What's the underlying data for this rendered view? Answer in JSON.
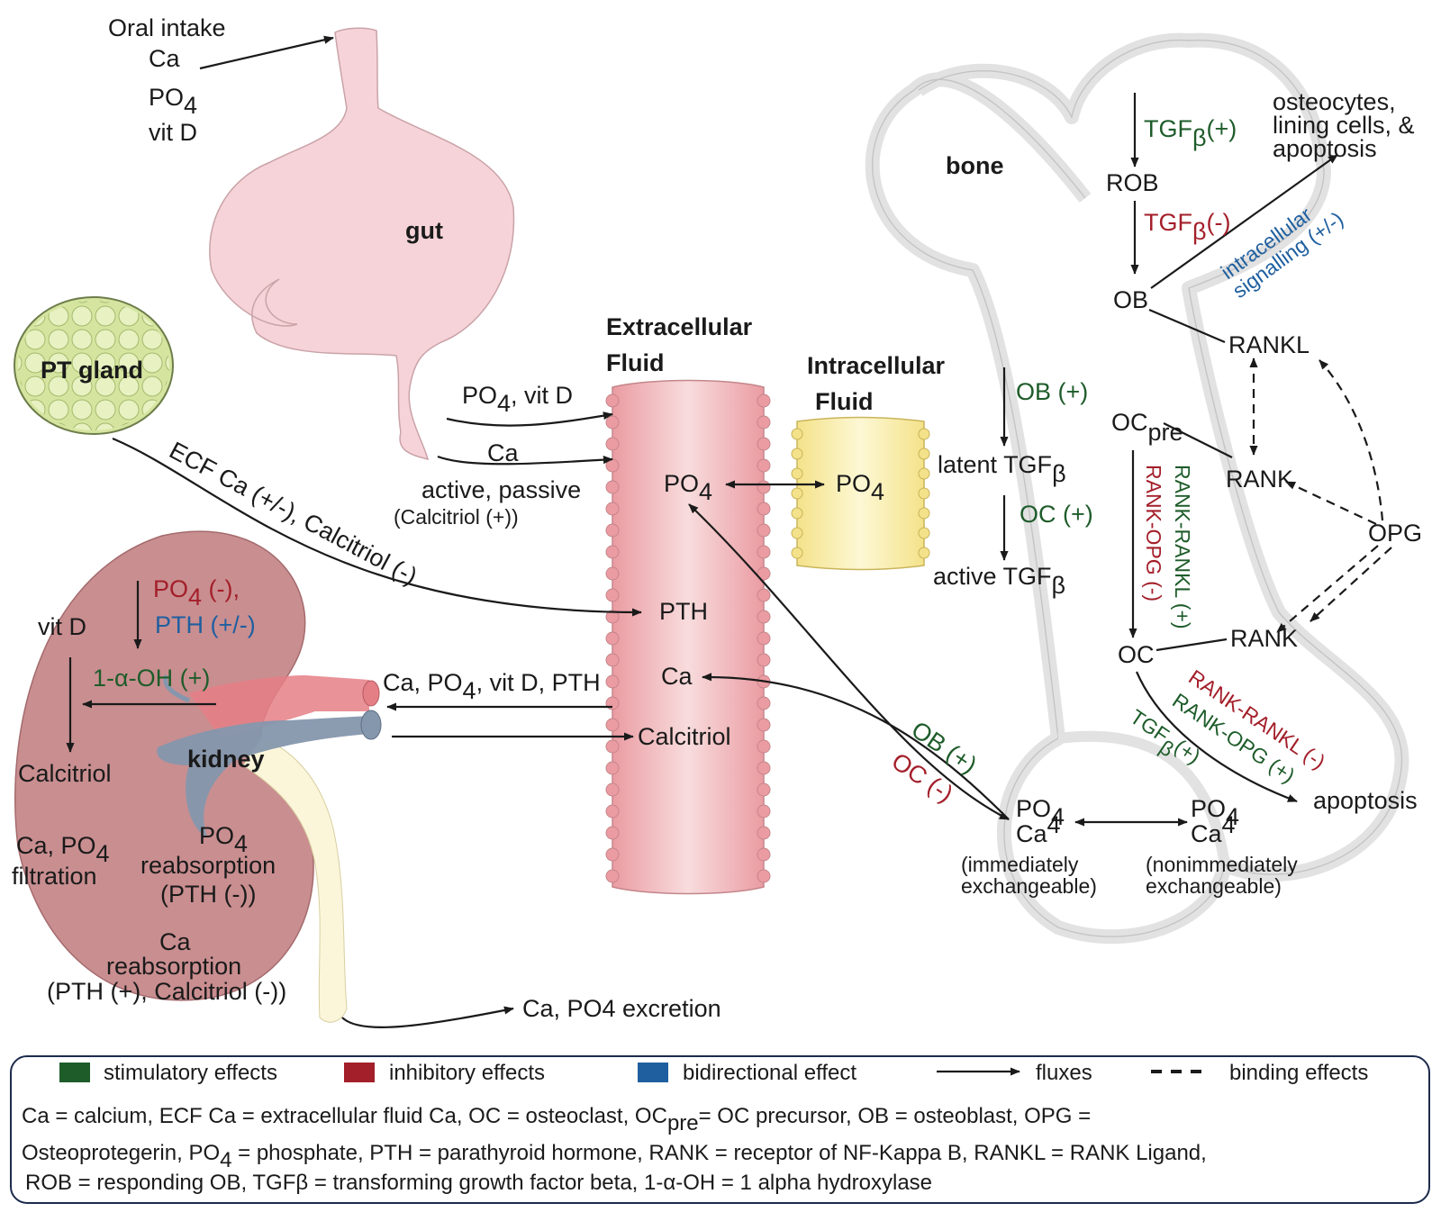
{
  "colors": {
    "stimulatory": "#1e5c2a",
    "inhibitory": "#a31f2a",
    "bidirectional": "#1f5f9f",
    "gut": "#f6d3d8",
    "kidney": "#c98e90",
    "ecf": "#f1b3b6",
    "icf": "#fbf1b0",
    "pt_gland": "#d5e5a0",
    "bone": "#e5e5e5"
  },
  "oral_intake": {
    "title": "Oral intake",
    "ca": "Ca",
    "po": "PO",
    "po_sub": "4",
    "vitd": "vit D"
  },
  "gut": {
    "label": "gut",
    "po4_vitd_po": "PO",
    "po4_vitd_sub": "4",
    "po4_vitd_rest": ", vit D",
    "ca": "Ca",
    "active_passive": "active, passive",
    "calcitriol_paren_open": "(",
    "calcitriol_effect": "Calcitriol (+)",
    "calcitriol_paren_close": ")"
  },
  "pt_gland": {
    "label": "PT gland",
    "effect_blue": "ECF Ca (+/-), ",
    "effect_red": "Calcitriol (-)"
  },
  "ecf": {
    "title_line1": "Extracellular",
    "title_line2": "Fluid",
    "po": "PO",
    "po_sub": "4",
    "pth": "PTH",
    "ca": "Ca",
    "calcitriol": "Calcitriol"
  },
  "icf": {
    "title_line1": "Intracellular",
    "title_line2": "Fluid",
    "po": "PO",
    "po_sub": "4"
  },
  "kidney": {
    "label": "kidney",
    "vitd": "vit D",
    "po4_effect": "PO",
    "po4_effect_sub": "4",
    "po4_effect_rest": " (-),",
    "pth_effect": "PTH (+/-)",
    "ohase": "1-α-OH (+)",
    "calcitriol": "Calcitriol",
    "filtration_line1_ca": "Ca, PO",
    "filtration_line1_sub": "4",
    "filtration_line2": "filtration",
    "po4_reabs_po": "PO",
    "po4_reabs_sub": "4",
    "po4_reabs_line2": "reabsorption",
    "po4_reabs_paren_open": "(",
    "po4_reabs_effect": "PTH (-)",
    "po4_reabs_paren_close": ")",
    "ca_reabs_line1": "Ca",
    "ca_reabs_line2": "reabsorption",
    "ca_reabs_open": "(",
    "ca_reabs_green": "PTH (+), ",
    "ca_reabs_red": "Calcitriol (-)",
    "ca_reabs_close": ")",
    "to_kidney_main": "Ca, PO",
    "to_kidney_sub": "4",
    "to_kidney_rest": ", vit D, PTH",
    "excretion": "Ca, PO4 excretion"
  },
  "tgf": {
    "ob_plus": "OB (+)",
    "latent": "latent TGF",
    "latent_sub": "β",
    "oc_plus": "OC (+)",
    "active": "active  TGF",
    "active_sub": "β"
  },
  "bone": {
    "label": "bone",
    "tgf_plus_main": "TGF",
    "tgf_plus_sub": "β",
    "tgf_plus_rest": "(+)",
    "rob": "ROB",
    "tgf_minus_main": "TGF",
    "tgf_minus_sub": "β",
    "tgf_minus_rest": "(-)",
    "ob": "OB",
    "fate_line1": "osteocytes,",
    "fate_line2": "lining cells, &",
    "fate_line3": "apoptosis",
    "signal_line1": "intracellular",
    "signal_line2": "signalling (+/-)",
    "rankl": "RANKL",
    "ocpre_main": "OC",
    "ocpre_sub": "pre",
    "rank_upper": "RANK",
    "opg": "OPG",
    "rank_lower": "RANK",
    "oc": "OC",
    "vert_red_1": "RANK-OPG (-)",
    "vert_green_1": "RANK-RANKL (+)",
    "diag_red": "RANK-RANKL (-)",
    "diag_green": "RANK-OPG (+)",
    "diag_tgf_main": "TGF",
    "diag_tgf_sub": "β",
    "diag_tgf_rest": "(+)",
    "apoptosis": "apoptosis",
    "ob_plus": "OB (+)",
    "oc_minus": "OC (-)",
    "imm_po": "PO",
    "imm_po_sub": "4",
    "imm_ca": "Ca",
    "imm_ca_sup": "4",
    "imm_line1": "(immediately",
    "imm_line2": "exchangeable)",
    "non_po": "PO",
    "non_po_sub": "4",
    "non_ca": "Ca",
    "non_ca_sup": "4",
    "non_line1": "(nonimmediately",
    "non_line2": "exchangeable)"
  },
  "legend": {
    "stimulatory": "stimulatory effects",
    "inhibitory": "inhibitory effects",
    "bidirectional": "bidirectional effect",
    "fluxes": "fluxes",
    "binding": "binding effects",
    "line1_a": "Ca = calcium,  ECF Ca = extracellular fluid Ca, OC = osteoclast, OC",
    "line1_sub": "pre",
    "line1_b": "= OC precursor, OB = osteoblast, OPG =",
    "line2_a": "Osteoprotegerin, PO",
    "line2_sub": "4",
    "line2_b": " = phosphate, PTH = parathyroid hormone, RANK = receptor of NF-Kappa B, RANKL = RANK Ligand,",
    "line3": "ROB = responding OB, TGFβ = transforming growth factor beta, 1-α-OH = 1 alpha hydroxylase"
  }
}
